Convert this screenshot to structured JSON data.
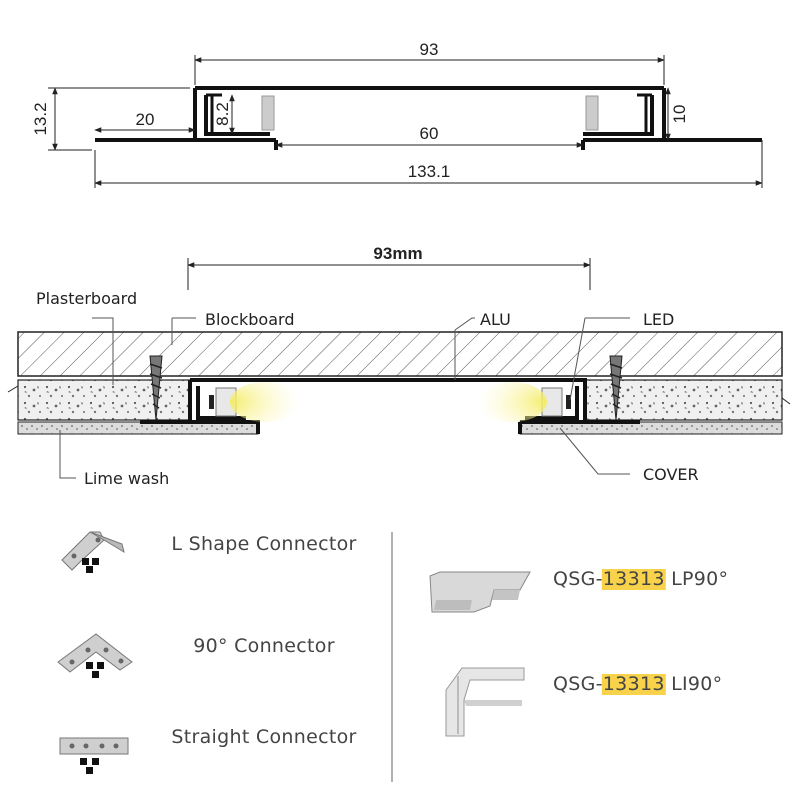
{
  "profile_dimensions": {
    "top_width": "93",
    "total_height": "13.2",
    "flange_width": "20",
    "inner_height": "8.2",
    "opening_width": "60",
    "right_height": "10",
    "total_width": "133.1"
  },
  "installation": {
    "span": "93mm",
    "plasterboard": "Plasterboard",
    "blockboard": "Blockboard",
    "alu": "ALU",
    "led": "LED",
    "lime_wash": "Lime wash",
    "cover": "COVER"
  },
  "connectors": [
    {
      "label": "L Shape Connector"
    },
    {
      "label": "90° Connector"
    },
    {
      "label": "Straight Connector"
    }
  ],
  "products": [
    {
      "prefix": "QSG-",
      "code": "13313",
      "suffix": " LP90°"
    },
    {
      "prefix": "QSG-",
      "code": "13313",
      "suffix": " LI90°"
    }
  ],
  "colors": {
    "highlight": "#f7d24a",
    "led_glow": "#f5ea7a",
    "line": "#111111"
  }
}
